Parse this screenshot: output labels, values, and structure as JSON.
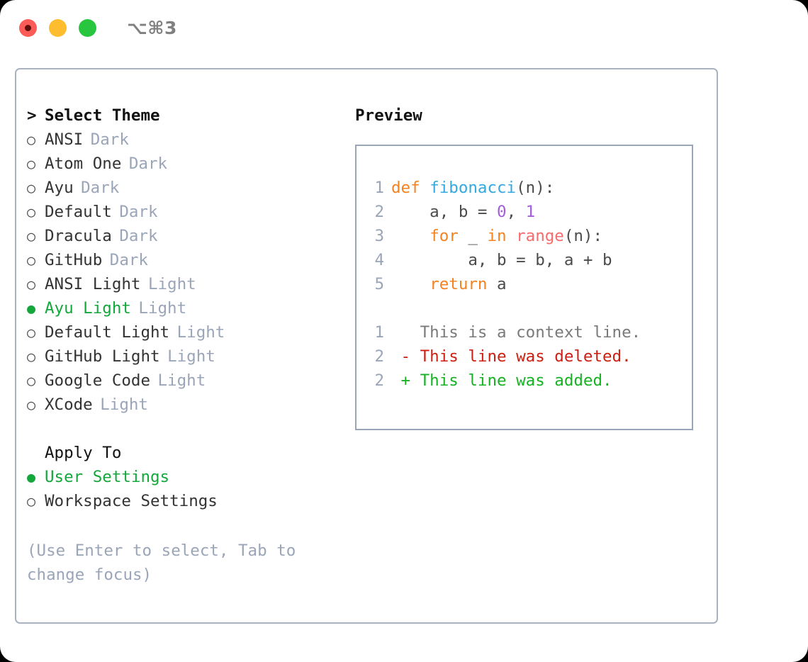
{
  "window": {
    "shortcut": "⌥⌘3",
    "traffic_lights": [
      "close",
      "minimize",
      "zoom"
    ]
  },
  "colors": {
    "accent_green": "#14a83c",
    "muted": "#9aa5b8",
    "border": "#aab2c0",
    "text": "#333333",
    "keyword": "#f58220",
    "function": "#34a8e0",
    "number": "#a45ddb",
    "builtin": "#f76c6c",
    "diff_added": "#16b224",
    "diff_deleted": "#cc1f13",
    "diff_context": "#7a7a7a"
  },
  "theme_section": {
    "caret": ">",
    "heading": "Select Theme",
    "bullet_unselected": "○",
    "bullet_selected": "●",
    "items": [
      {
        "name": "ANSI",
        "tag": "Dark",
        "selected": false
      },
      {
        "name": "Atom One",
        "tag": "Dark",
        "selected": false
      },
      {
        "name": "Ayu",
        "tag": "Dark",
        "selected": false
      },
      {
        "name": "Default",
        "tag": "Dark",
        "selected": false
      },
      {
        "name": "Dracula",
        "tag": "Dark",
        "selected": false
      },
      {
        "name": "GitHub",
        "tag": "Dark",
        "selected": false
      },
      {
        "name": "ANSI Light",
        "tag": "Light",
        "selected": false
      },
      {
        "name": "Ayu Light",
        "tag": "Light",
        "selected": true
      },
      {
        "name": "Default Light",
        "tag": "Light",
        "selected": false
      },
      {
        "name": "GitHub Light",
        "tag": "Light",
        "selected": false
      },
      {
        "name": "Google Code",
        "tag": "Light",
        "selected": false
      },
      {
        "name": "XCode",
        "tag": "Light",
        "selected": false
      }
    ]
  },
  "apply_to_section": {
    "heading": "Apply To",
    "items": [
      {
        "name": "User Settings",
        "selected": true
      },
      {
        "name": "Workspace Settings",
        "selected": false
      }
    ]
  },
  "hint": "(Use Enter to select, Tab to change focus)",
  "preview": {
    "title": "Preview",
    "code_lines": [
      {
        "number": "1",
        "tokens": [
          {
            "text": "def ",
            "type": "keyword"
          },
          {
            "text": "fibonacci",
            "type": "function"
          },
          {
            "text": "(n):",
            "type": "punct"
          }
        ]
      },
      {
        "number": "2",
        "tokens": [
          {
            "text": "    a, b = ",
            "type": "plain"
          },
          {
            "text": "0",
            "type": "number"
          },
          {
            "text": ", ",
            "type": "plain"
          },
          {
            "text": "1",
            "type": "number"
          }
        ]
      },
      {
        "number": "3",
        "tokens": [
          {
            "text": "    ",
            "type": "plain"
          },
          {
            "text": "for",
            "type": "keyword"
          },
          {
            "text": " _ ",
            "type": "plain"
          },
          {
            "text": "in",
            "type": "keyword"
          },
          {
            "text": " ",
            "type": "plain"
          },
          {
            "text": "range",
            "type": "builtin"
          },
          {
            "text": "(n):",
            "type": "punct"
          }
        ]
      },
      {
        "number": "4",
        "tokens": [
          {
            "text": "        a, b = b, a + b",
            "type": "plain"
          }
        ]
      },
      {
        "number": "5",
        "tokens": [
          {
            "text": "    ",
            "type": "plain"
          },
          {
            "text": "return",
            "type": "keyword"
          },
          {
            "text": " a",
            "type": "plain"
          }
        ]
      }
    ],
    "diff_lines": [
      {
        "number": "1",
        "marker": " ",
        "text": "This is a context line.",
        "type": "context"
      },
      {
        "number": "2",
        "marker": "-",
        "text": "This line was deleted.",
        "type": "deleted"
      },
      {
        "number": "2",
        "marker": "+",
        "text": "This line was added.",
        "type": "added"
      }
    ]
  }
}
